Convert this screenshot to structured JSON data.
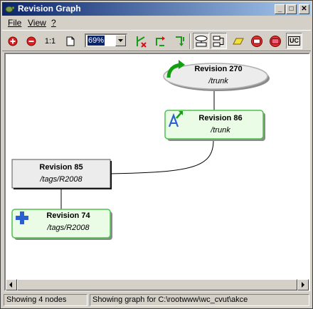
{
  "window": {
    "title": "Revision Graph"
  },
  "titlebar_buttons": {
    "minimize": "_",
    "maximize": "□",
    "close": "✕"
  },
  "menu": {
    "items": [
      {
        "label": "File",
        "accel": "F"
      },
      {
        "label": "View",
        "accel": "V"
      },
      {
        "label": "?",
        "accel": "?"
      }
    ]
  },
  "toolbar": {
    "zoom_in_icon": "zoom-in-icon",
    "zoom_out_icon": "zoom-out-icon",
    "zoom_reset_label": "1:1",
    "zoom_value": "69%",
    "uc_label": "UC"
  },
  "graph": {
    "nodes": [
      {
        "id": "r270",
        "title": "Revision 270",
        "path": "/trunk",
        "kind": "modified-ellipse",
        "icon": "modified-arrow-icon"
      },
      {
        "id": "r86",
        "title": "Revision 86",
        "path": "/trunk",
        "kind": "renamed",
        "icon": "renamed-icon"
      },
      {
        "id": "r85",
        "title": "Revision 85",
        "path": "/tags/R2008",
        "kind": "plain"
      },
      {
        "id": "r74",
        "title": "Revision 74",
        "path": "/tags/R2008",
        "kind": "added",
        "icon": "added-plus-icon"
      }
    ]
  },
  "status": {
    "nodes": "Showing 4 nodes",
    "path": "Showing graph for C:\\rootwww\\wc_cvut\\akce"
  },
  "colors": {
    "titlebar_start": "#0a246a",
    "titlebar_end": "#a6caf0",
    "node_green_border": "#4cc24c",
    "node_green_fill": "#eafbe6",
    "added_blue": "#2a5fd0"
  }
}
